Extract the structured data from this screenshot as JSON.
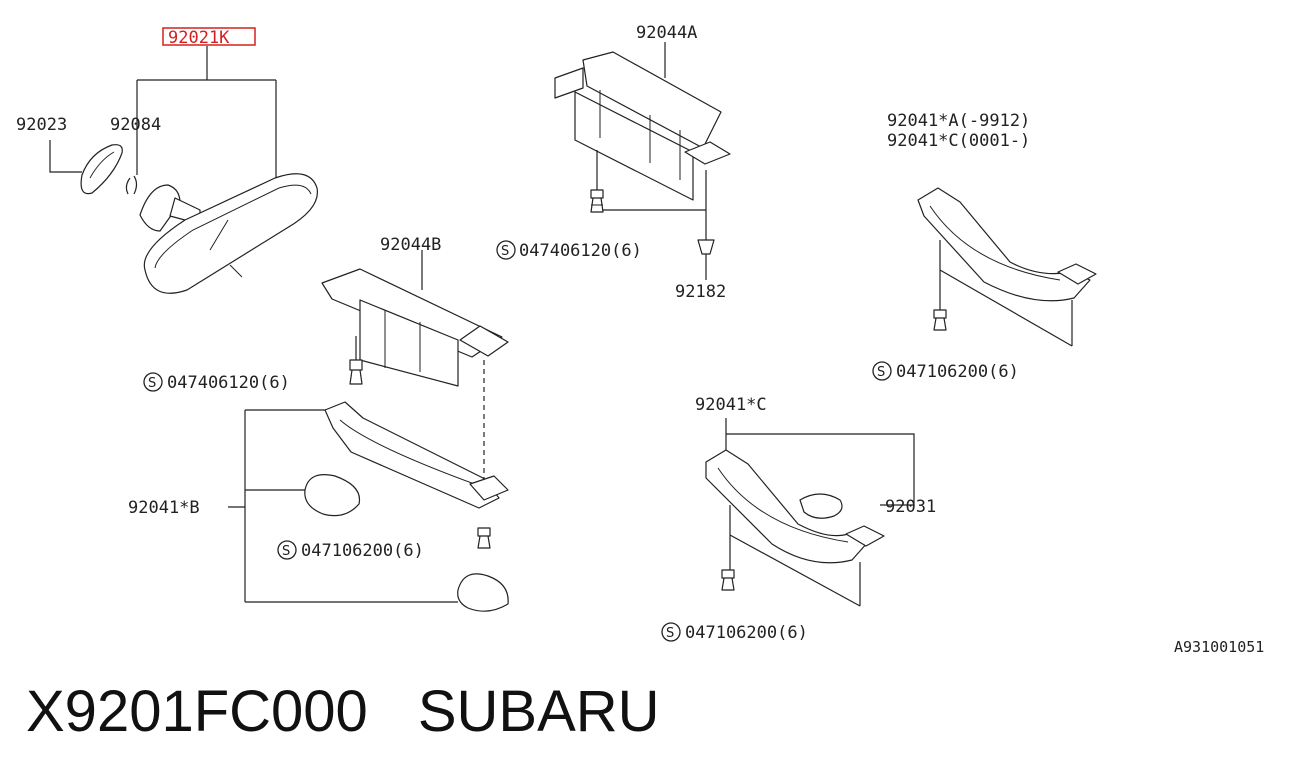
{
  "labels": {
    "p92021K": "92021K",
    "p92023": "92023",
    "p92084": "92084",
    "p92044A": "92044A",
    "p92044B": "92044B",
    "p92182": "92182",
    "p92041A": "92041*A(-9912)",
    "p92041C_range": "92041*C(0001-)",
    "p92041C": "92041*C",
    "p92041B": "92041*B",
    "p92031": "92031",
    "bolt_a": "047406120(6)",
    "bolt_b": "047406120(6)",
    "bolt_c": "047106200(6)",
    "bolt_d": "047106200(6)",
    "bolt_e": "047106200(6)",
    "s_mark": "S",
    "drawing_no": "A931001051"
  },
  "footer": {
    "part_number": "X9201FC000",
    "brand": "SUBARU"
  },
  "colors": {
    "highlight": "#d42020",
    "line": "#222222"
  }
}
